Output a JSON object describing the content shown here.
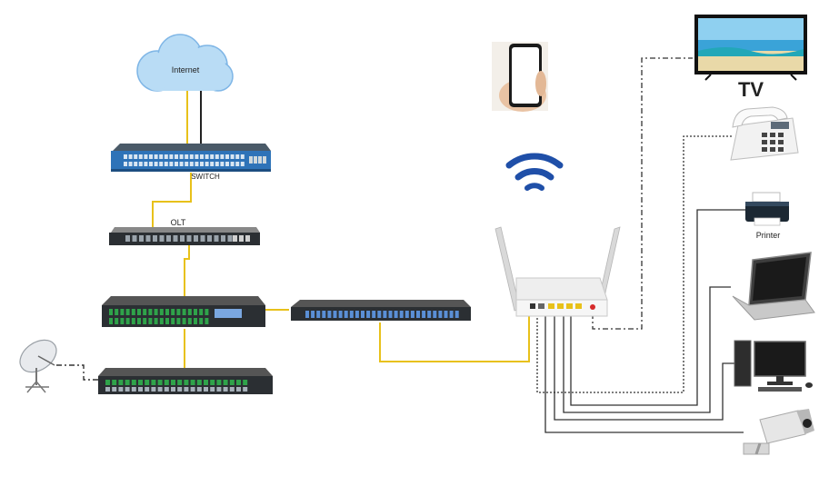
{
  "labels": {
    "internet": "Internet",
    "switch": "SWITCH",
    "olt": "OLT",
    "tv": "TV",
    "printer": "Printer"
  },
  "colors": {
    "fiber": "#e8c11a",
    "cable": "#222222",
    "cloud": "#b9dcf5",
    "cloud_edge": "#7fb6e6",
    "wifi": "#1f4fa8",
    "rack": "#2b2f33",
    "port_green": "#2fa34a",
    "port_blue": "#5a8fd6"
  },
  "icons": [
    "cloud-icon",
    "switch-icon",
    "olt-icon",
    "edfa-icon",
    "splitter-icon",
    "encoder-icon",
    "satellite-dish-icon",
    "router-icon",
    "wifi-icon",
    "smartphone-icon",
    "tv-icon",
    "telephone-icon",
    "printer-icon",
    "laptop-icon",
    "desktop-icon",
    "camera-icon"
  ]
}
